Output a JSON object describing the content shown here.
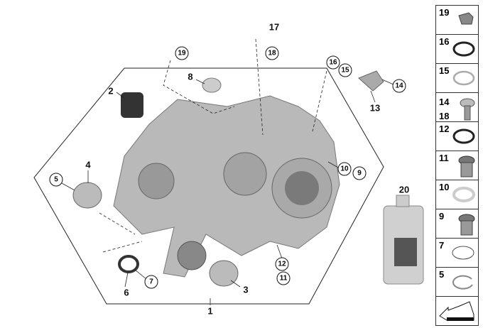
{
  "main_labels": [
    {
      "id": "1",
      "circled": false
    },
    {
      "id": "2",
      "circled": false
    },
    {
      "id": "3",
      "circled": false
    },
    {
      "id": "4",
      "circled": false
    },
    {
      "id": "5",
      "circled": true
    },
    {
      "id": "6",
      "circled": false
    },
    {
      "id": "7",
      "circled": true
    },
    {
      "id": "8",
      "circled": false
    },
    {
      "id": "9",
      "circled": true
    },
    {
      "id": "10",
      "circled": true
    },
    {
      "id": "11",
      "circled": true
    },
    {
      "id": "12",
      "circled": true
    },
    {
      "id": "13",
      "circled": false
    },
    {
      "id": "14",
      "circled": true
    },
    {
      "id": "15",
      "circled": true
    },
    {
      "id": "16",
      "circled": true
    },
    {
      "id": "17",
      "circled": false
    },
    {
      "id": "18",
      "circled": true
    },
    {
      "id": "19",
      "circled": true
    },
    {
      "id": "20",
      "circled": false
    }
  ],
  "sidebar": [
    {
      "label": "19",
      "part": "clip"
    },
    {
      "label": "16",
      "part": "seal-ring"
    },
    {
      "label": "15",
      "part": "seal-ring-light"
    },
    {
      "label": "14\n18",
      "part": "screw"
    },
    {
      "label": "12",
      "part": "seal-ring"
    },
    {
      "label": "11",
      "part": "plug-screw"
    },
    {
      "label": "10",
      "part": "gasket-ring"
    },
    {
      "label": "9",
      "part": "plug-screw"
    },
    {
      "label": "7",
      "part": "o-ring"
    },
    {
      "label": "5",
      "part": "circlip"
    },
    {
      "label": "",
      "part": "arrow"
    }
  ]
}
